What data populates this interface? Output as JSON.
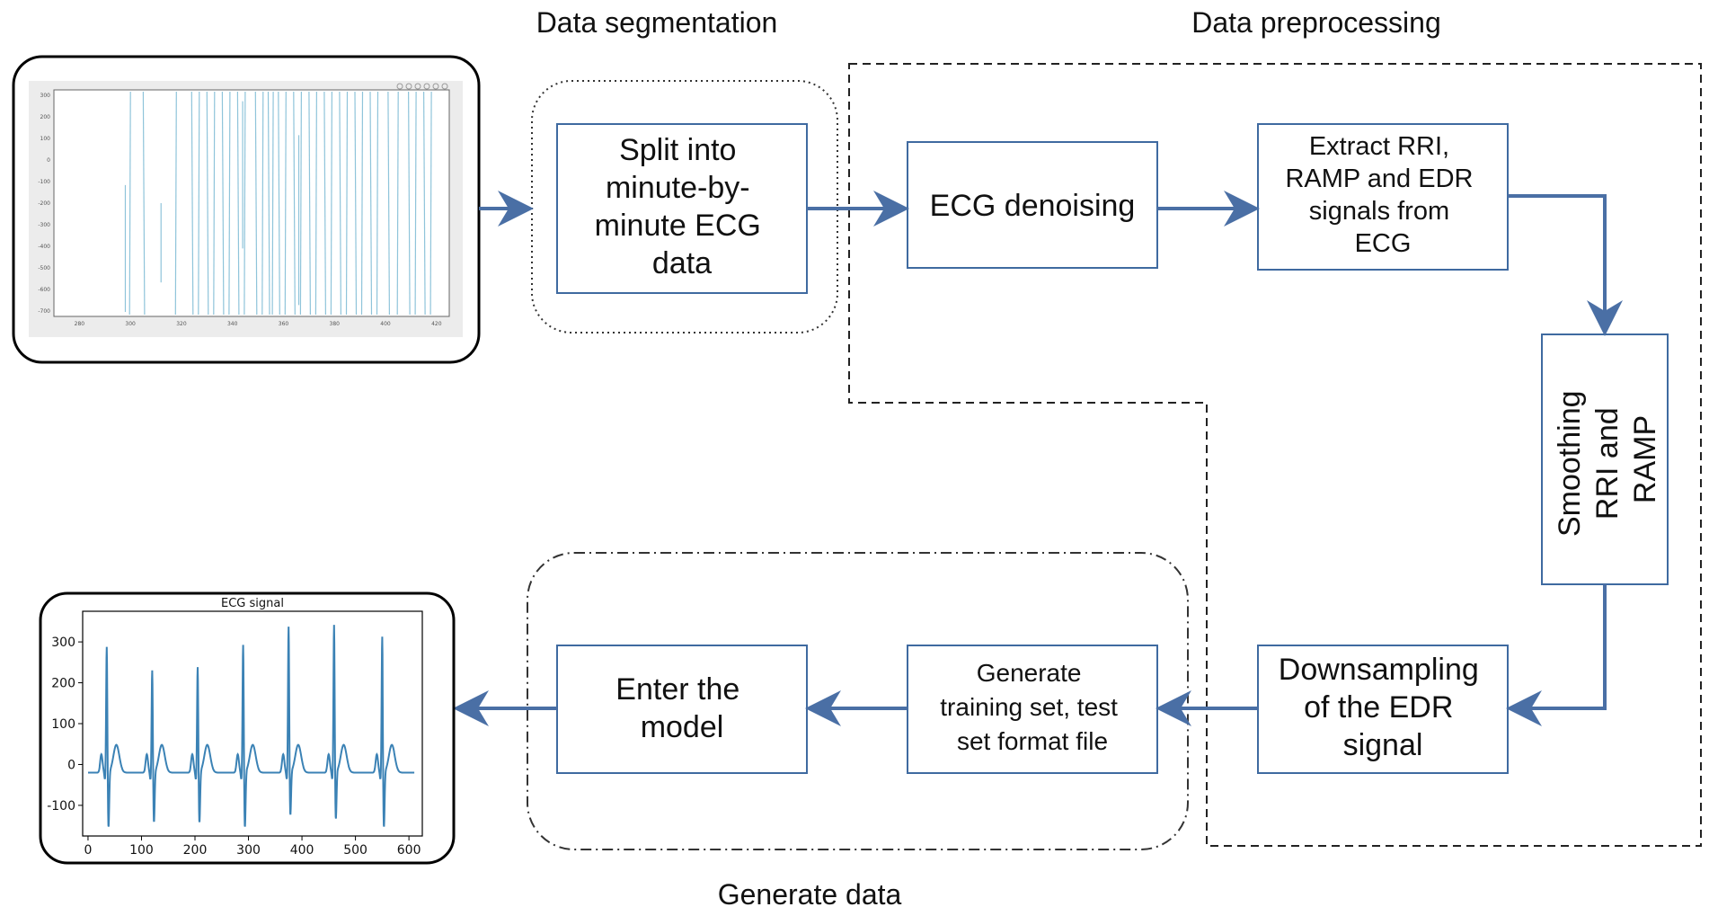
{
  "labels": {
    "data_segmentation": "Data segmentation",
    "data_preprocessing": "Data preprocessing",
    "generate_data": "Generate data"
  },
  "boxes": {
    "split": [
      "Split into",
      "minute-by-",
      "minute ECG",
      "data"
    ],
    "denoise": [
      "ECG denoising"
    ],
    "extract": [
      "Extract RRI,",
      "RAMP and EDR",
      "signals from",
      "ECG"
    ],
    "smoothing": [
      "Smoothing",
      "RRI and",
      "RAMP"
    ],
    "downsampling": [
      "Downsampling",
      "of the EDR",
      "signal"
    ],
    "generate": [
      "Generate",
      "training set, test",
      "set format file"
    ],
    "enter": [
      "Enter the",
      "model"
    ]
  },
  "colors": {
    "arrow": "#4a6fa5",
    "box_border": "#3f6aa0",
    "ecg_line": "#3b82b5",
    "raw_line": "#8fc4da"
  },
  "raw_plot": {
    "yticks": [
      "300",
      "200",
      "100",
      "0",
      "-100",
      "-200",
      "-300",
      "-400",
      "-500",
      "-600",
      "-700"
    ],
    "xticks": [
      "280",
      "300",
      "320",
      "340",
      "360",
      "380",
      "400",
      "420"
    ],
    "spike_x": [
      300,
      305,
      318,
      324,
      327,
      330,
      333,
      336,
      339,
      342,
      345,
      349,
      352,
      354,
      356,
      358,
      361,
      364,
      367,
      370,
      373,
      376,
      379,
      382,
      385,
      388,
      391,
      394,
      397,
      401,
      405,
      409,
      412,
      415,
      418
    ]
  },
  "chart_data": {
    "type": "line",
    "title": "ECG signal",
    "xlabel": "",
    "ylabel": "",
    "xlim": [
      -10,
      625
    ],
    "ylim": [
      -175,
      375
    ],
    "xticks": [
      0,
      100,
      200,
      300,
      400,
      500,
      600
    ],
    "yticks": [
      -100,
      0,
      100,
      200,
      300
    ],
    "beats": [
      {
        "x": 35,
        "peak": 295,
        "trough": -160
      },
      {
        "x": 120,
        "peak": 237,
        "trough": -147
      },
      {
        "x": 205,
        "peak": 245,
        "trough": -148
      },
      {
        "x": 290,
        "peak": 300,
        "trough": -160
      },
      {
        "x": 375,
        "peak": 343,
        "trough": -130
      },
      {
        "x": 460,
        "peak": 348,
        "trough": -140
      },
      {
        "x": 550,
        "peak": 320,
        "trough": -160
      }
    ],
    "baseline": -20
  }
}
